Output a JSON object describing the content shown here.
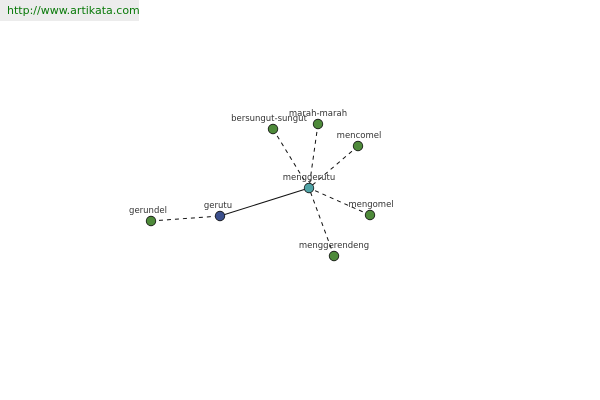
{
  "header": {
    "url": "http://www.artikata.com"
  },
  "graph": {
    "colors": {
      "leaf": "#4e8a3a",
      "word": "#3b4f8c",
      "synset": "#4fa3a5",
      "node_stroke": "#1a1a1a",
      "edge": "#111111"
    },
    "nodes": [
      {
        "id": "menggerutu",
        "label": "menggerutu",
        "kind": "synset"
      },
      {
        "id": "gerutu",
        "label": "gerutu",
        "kind": "word"
      },
      {
        "id": "gerundel",
        "label": "gerundel",
        "kind": "leaf"
      },
      {
        "id": "bersungut-sungut",
        "label": "bersungut-sungut",
        "kind": "leaf"
      },
      {
        "id": "marah-marah",
        "label": "marah-marah",
        "kind": "leaf"
      },
      {
        "id": "mencomel",
        "label": "mencomel",
        "kind": "leaf"
      },
      {
        "id": "mengomel",
        "label": "mengomel",
        "kind": "leaf"
      },
      {
        "id": "menggerendeng",
        "label": "menggerendeng",
        "kind": "leaf"
      }
    ],
    "edges": [
      {
        "from": "gerutu",
        "to": "menggerutu",
        "style": "solid"
      },
      {
        "from": "gerundel",
        "to": "gerutu",
        "style": "dashed"
      },
      {
        "from": "bersungut-sungut",
        "to": "menggerutu",
        "style": "dashed"
      },
      {
        "from": "marah-marah",
        "to": "menggerutu",
        "style": "dashed"
      },
      {
        "from": "mencomel",
        "to": "menggerutu",
        "style": "dashed"
      },
      {
        "from": "mengomel",
        "to": "menggerutu",
        "style": "dashed"
      },
      {
        "from": "menggerendeng",
        "to": "menggerutu",
        "style": "dashed"
      }
    ]
  }
}
